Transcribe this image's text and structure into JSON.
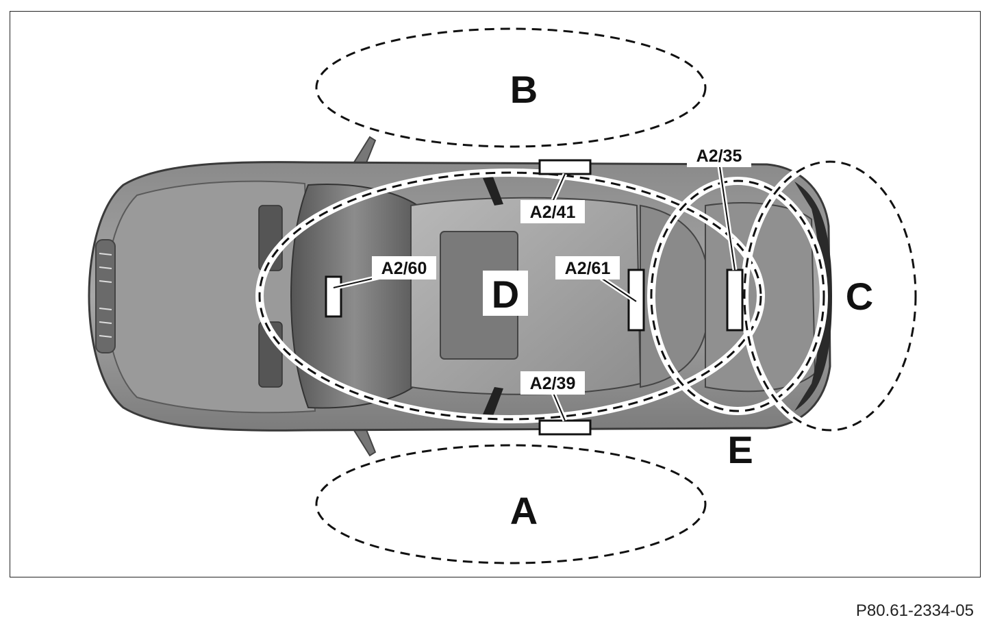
{
  "zones": {
    "a": "A",
    "b": "B",
    "c": "C",
    "d": "D",
    "e": "E"
  },
  "components": {
    "a2_41": "A2/41",
    "a2_39": "A2/39",
    "a2_35": "A2/35",
    "a2_60": "A2/60",
    "a2_61": "A2/61"
  },
  "reference_code": "P80.61-2334-05"
}
